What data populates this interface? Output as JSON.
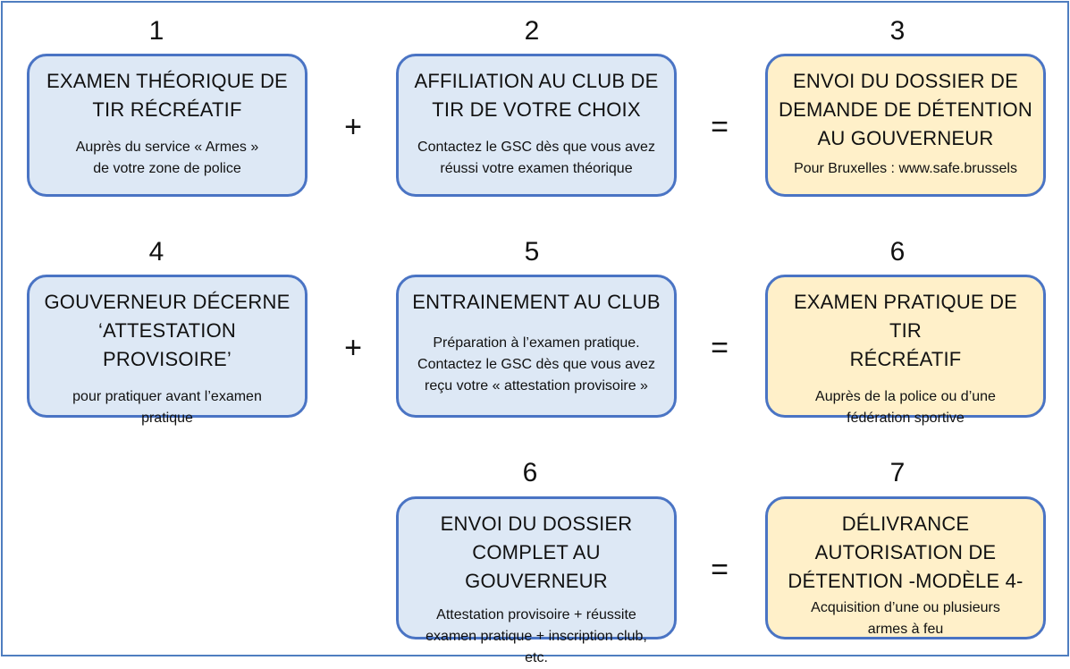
{
  "steps": [
    {
      "number": "1",
      "title": "EXAMEN THÉORIQUE DE\nTIR RÉCRÉATIF",
      "desc": "Auprès du service « Armes »\nde votre zone de police"
    },
    {
      "number": "2",
      "title": "AFFILIATION AU CLUB DE\nTIR DE VOTRE CHOIX",
      "desc": "Contactez le GSC dès que vous avez\nréussi votre examen théorique"
    },
    {
      "number": "3",
      "title": "ENVOI DU DOSSIER DE\nDEMANDE DE DÉTENTION\nAU GOUVERNEUR",
      "desc": "Pour Bruxelles : www.safe.brussels"
    },
    {
      "number": "4",
      "title": "GOUVERNEUR DÉCERNE\n‘ATTESTATION PROVISOIRE’",
      "desc": "pour pratiquer avant l’examen\npratique"
    },
    {
      "number": "5",
      "title": "ENTRAINEMENT AU CLUB",
      "desc": "Préparation à l’examen pratique.\nContactez le GSC dès que vous avez\nreçu votre « attestation provisoire »"
    },
    {
      "number": "6",
      "title": "EXAMEN PRATIQUE DE TIR\nRÉCRÉATIF",
      "desc": "Auprès de la police ou d’une\nfédération sportive"
    },
    {
      "number": "6",
      "title": "ENVOI DU DOSSIER\nCOMPLET AU GOUVERNEUR",
      "desc": "Attestation provisoire + réussite\nexamen pratique + inscription club,\netc."
    },
    {
      "number": "7",
      "title": "DÉLIVRANCE\nAUTORISATION DE\nDÉTENTION -MODÈLE 4-",
      "desc": "Acquisition d’une ou plusieurs\narmes à feu"
    }
  ],
  "operators": {
    "plus": "+",
    "equals": "="
  },
  "colors": {
    "border": "#4a74c4",
    "blue_fill": "#dde8f5",
    "yellow_fill": "#fff0c9",
    "frame": "#4f7ec0"
  }
}
